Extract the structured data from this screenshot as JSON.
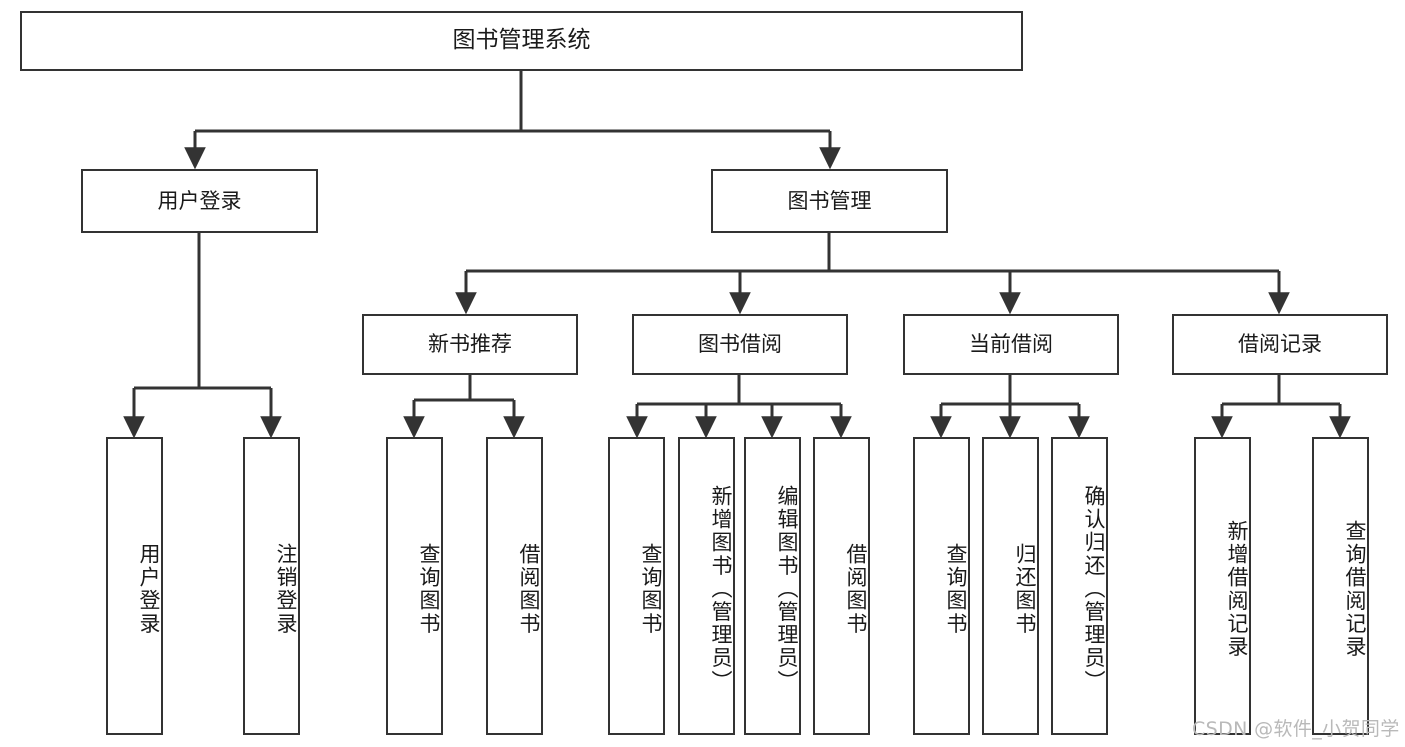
{
  "diagram": {
    "title": "图书管理系统",
    "type": "tree-hierarchy-chart",
    "stroke_color": "#333333",
    "fill_color": "#ffffff",
    "text_color": "#1a1a1a",
    "nodes": {
      "root": {
        "label": "图书管理系统"
      },
      "level2": [
        {
          "label": "用户登录"
        },
        {
          "label": "图书管理"
        }
      ],
      "level3": [
        {
          "label": "新书推荐"
        },
        {
          "label": "图书借阅"
        },
        {
          "label": "当前借阅"
        },
        {
          "label": "借阅记录"
        }
      ],
      "leaves": [
        {
          "label": "用户登录"
        },
        {
          "label": "注销登录"
        },
        {
          "label": "查询图书"
        },
        {
          "label": "借阅图书"
        },
        {
          "label": "查询图书"
        },
        {
          "label": "新增图书（管理员）"
        },
        {
          "label": "编辑图书（管理员）"
        },
        {
          "label": "借阅图书"
        },
        {
          "label": "查询图书"
        },
        {
          "label": "归还图书"
        },
        {
          "label": "确认归还（管理员）"
        },
        {
          "label": "新增借阅记录"
        },
        {
          "label": "查询借阅记录"
        }
      ]
    },
    "watermark": "CSDN @软件_小贺同学"
  }
}
